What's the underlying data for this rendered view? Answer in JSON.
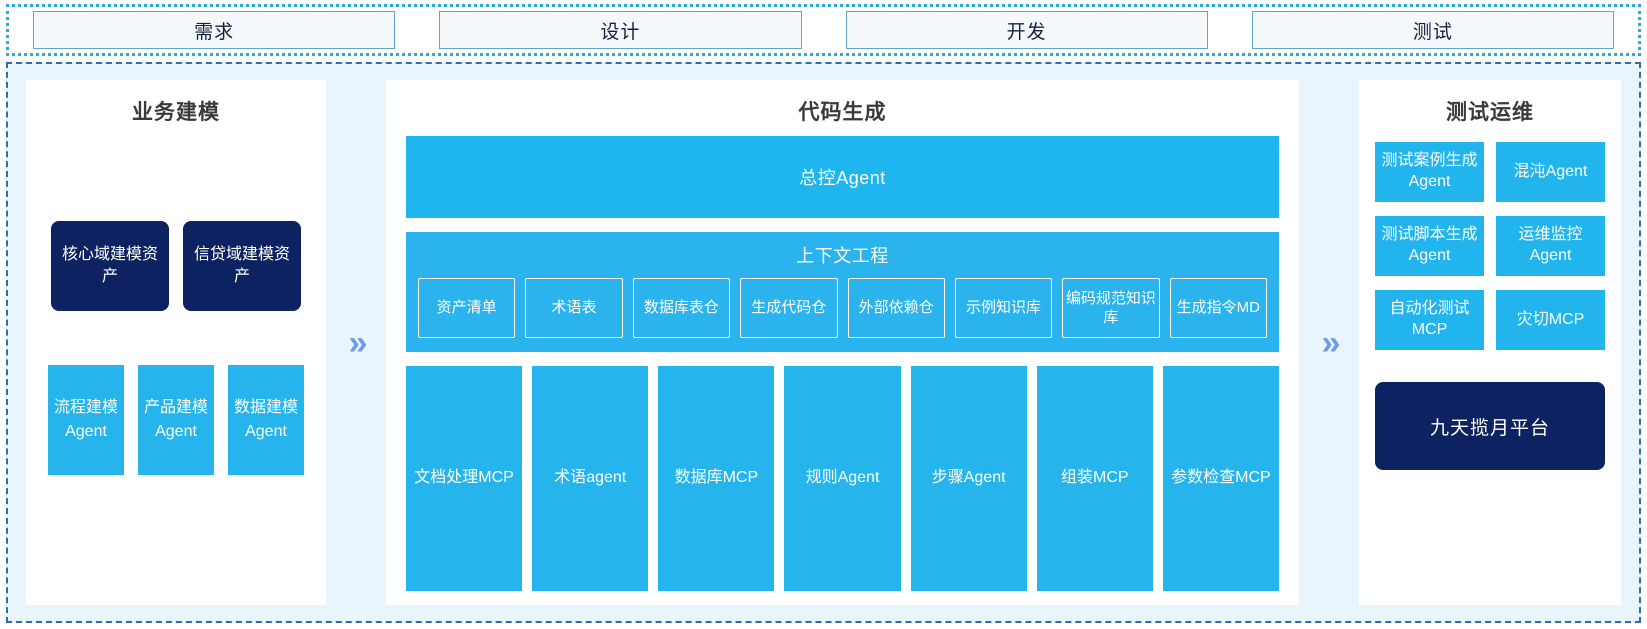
{
  "phases": [
    {
      "label": "需求"
    },
    {
      "label": "设计"
    },
    {
      "label": "开发"
    },
    {
      "label": "测试"
    }
  ],
  "separators": {
    "chevron": "»"
  },
  "left_panel": {
    "title": "业务建模",
    "asset_cards": [
      {
        "label": "核心域建模资产"
      },
      {
        "label": "信贷域建模资产"
      }
    ],
    "modeling_agents": [
      {
        "label": "流程建模Agent"
      },
      {
        "label": "产品建模Agent"
      },
      {
        "label": "数据建模Agent"
      }
    ]
  },
  "center_panel": {
    "title": "代码生成",
    "master_agent": "总控Agent",
    "context": {
      "title": "上下文工程",
      "items": [
        {
          "label": "资产清单"
        },
        {
          "label": "术语表"
        },
        {
          "label": "数据库表仓"
        },
        {
          "label": "生成代码仓"
        },
        {
          "label": "外部依赖仓"
        },
        {
          "label": "示例知识库"
        },
        {
          "label": "编码规范知识库"
        },
        {
          "label": "生成指令MD"
        }
      ]
    },
    "tools": [
      {
        "label": "文档处理MCP"
      },
      {
        "label": "术语agent"
      },
      {
        "label": "数据库MCP"
      },
      {
        "label": "规则Agent"
      },
      {
        "label": "步骤Agent"
      },
      {
        "label": "组装MCP"
      },
      {
        "label": "参数检查MCP"
      }
    ]
  },
  "right_panel": {
    "title": "测试运维",
    "ops_cards": [
      {
        "label": "测试案例生成Agent"
      },
      {
        "label": "混沌Agent"
      },
      {
        "label": "测试脚本生成Agent"
      },
      {
        "label": "运维监控Agent"
      },
      {
        "label": "自动化测试MCP"
      },
      {
        "label": "灾切MCP"
      }
    ],
    "platform": "九天揽月平台"
  },
  "colors": {
    "cyan": "#1FB6EF",
    "navy": "#0D2260",
    "chevron_blue": "#6C9BE8",
    "region_bg": "#E9F5FD",
    "tab_border": "#5FA8C8"
  }
}
